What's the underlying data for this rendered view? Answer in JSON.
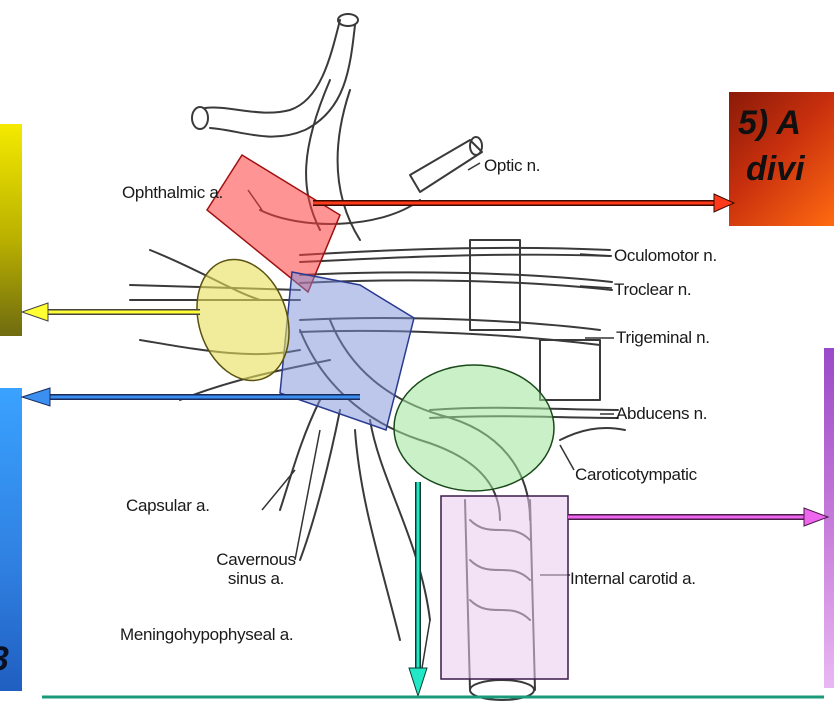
{
  "labels": {
    "optic": "Optic n.",
    "ophthalmic": "Ophthalmic a.",
    "oculomotor": "Oculomotor n.",
    "troclear": "Troclear n.",
    "trigeminal": "Trigeminal n.",
    "abducens": "Abducens n.",
    "caroticotympatic": "Caroticotympatic",
    "capsular": "Capsular a.",
    "cavernous_line1": "Cavernous",
    "cavernous_line2": "sinus a.",
    "internal_carotid": "Internal carotid a.",
    "meningohypophyseal": "Meningohypophyseal a."
  },
  "slide_text": {
    "red_box_line1": "5) A",
    "red_box_line2": "divi",
    "blue_box_fragment": "3"
  },
  "colors": {
    "yellow_panel": "#f4ea00",
    "blue_panel": "#2f8fe8",
    "red_panel": "#d92a10",
    "purple_panel": "#c57ad9",
    "red_arrow": "#ff3a1a",
    "yellow_arrow": "#ffff33",
    "blue_arrow": "#3a8ff0",
    "magenta_arrow": "#ee66ee",
    "cyan_arrow": "#22e8c8",
    "bottom_line": "#1a9a7a"
  }
}
